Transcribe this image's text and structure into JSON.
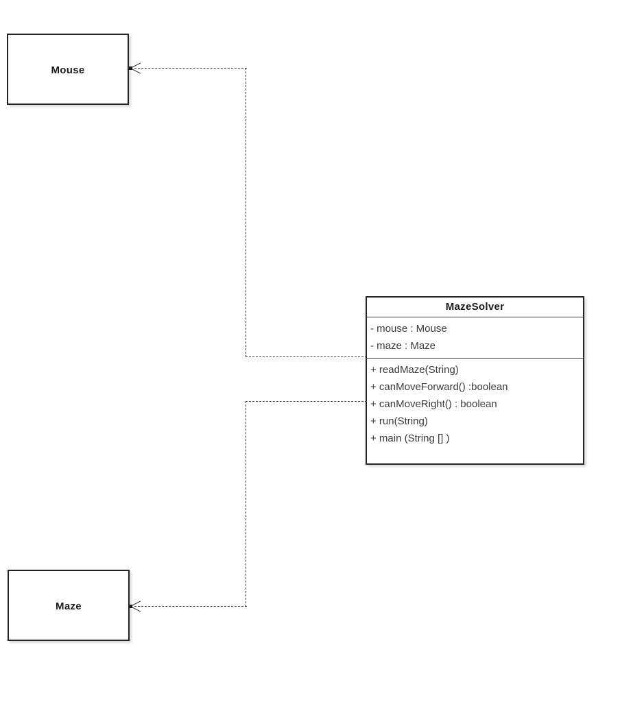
{
  "diagram": {
    "kind": "uml-class-diagram",
    "background_color": "#ffffff",
    "line_color": "#3a3a3a",
    "border_color": "#242424",
    "text_color": "#3b3b3b"
  },
  "classes": {
    "mouse": {
      "name": "Mouse"
    },
    "maze": {
      "name": "Maze"
    },
    "maze_solver": {
      "name": "MazeSolver",
      "attributes": [
        "- mouse : Mouse",
        "- maze : Maze"
      ],
      "operations": [
        "+ readMaze(String)",
        "+ canMoveForward() :boolean",
        "+ canMoveRight() : boolean",
        "+ run(String)",
        "+ main (String [] )"
      ]
    }
  },
  "relationships": [
    {
      "type": "dependency",
      "style": "dashed",
      "from": "MazeSolver",
      "to": "Mouse",
      "arrow": "open"
    },
    {
      "type": "dependency",
      "style": "dashed",
      "from": "MazeSolver",
      "to": "Maze",
      "arrow": "open"
    }
  ]
}
